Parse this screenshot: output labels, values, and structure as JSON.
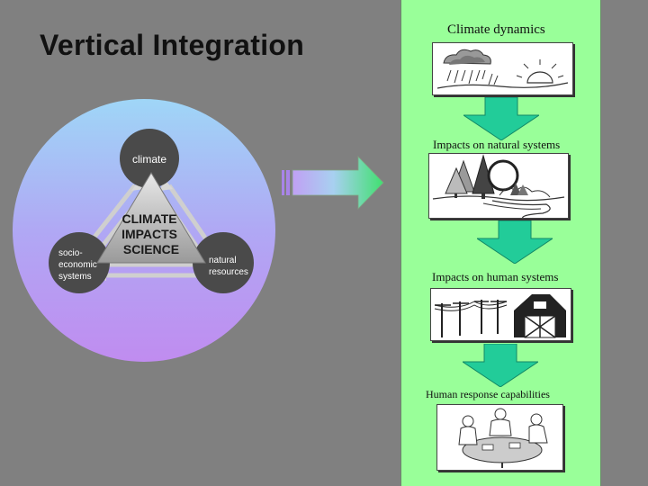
{
  "slide": {
    "title": "Vertical Integration"
  },
  "triangle_diagram": {
    "top_node": "climate",
    "center_label": [
      "CLIMATE",
      "IMPACTS",
      "SCIENCE"
    ],
    "left_node": [
      "socio-",
      "economic",
      "systems"
    ],
    "right_node": [
      "natural",
      "resources"
    ]
  },
  "flow": {
    "steps": [
      {
        "label": "Climate dynamics",
        "illustration": "storm-and-sun-icon"
      },
      {
        "label": "Impacts on natural systems",
        "illustration": "forest-and-river-icon"
      },
      {
        "label": "Impacts on human systems",
        "illustration": "power-lines-and-barn-icon"
      },
      {
        "label": "Human response capabilities",
        "illustration": "people-at-table-icon"
      }
    ]
  },
  "colors": {
    "background": "#808080",
    "panel": "#99ff99",
    "arrow": "#22cc99",
    "circle_top": "#9fd6f7",
    "circle_bottom": "#c08cf0"
  }
}
